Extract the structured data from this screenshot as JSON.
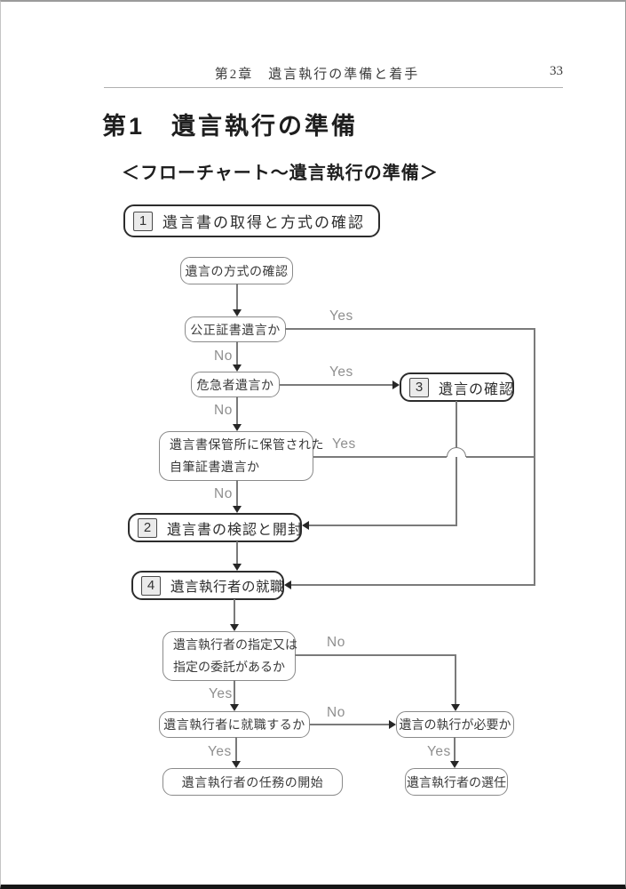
{
  "page": {
    "header_title": "第2章　遺言執行の準備と着手",
    "page_number": "33",
    "section_title": "第1　遺言執行の準備",
    "flowchart_title": "＜フローチャート〜遺言執行の準備＞"
  },
  "labels": {
    "yes": "Yes",
    "no": "No"
  },
  "nodes": {
    "step1": {
      "num": "1",
      "label": "遺言書の取得と方式の確認"
    },
    "check_method": {
      "label": "遺言の方式の確認"
    },
    "q_notarized": {
      "label": "公正証書遺言か"
    },
    "q_emergency": {
      "label": "危急者遺言か"
    },
    "step3": {
      "num": "3",
      "label": "遺言の確認"
    },
    "q_stored": {
      "line1": "遺言書保管所に保管された",
      "line2": "自筆証書遺言か"
    },
    "step2": {
      "num": "2",
      "label": "遺言書の検認と開封"
    },
    "step4": {
      "num": "4",
      "label": "遺言執行者の就職"
    },
    "q_designation": {
      "line1": "遺言執行者の指定又は",
      "line2": "指定の委託があるか"
    },
    "q_take_office": {
      "label": "遺言執行者に就職するか"
    },
    "q_exec_needed": {
      "label": "遺言の執行が必要か"
    },
    "start_duties": {
      "label": "遺言執行者の任務の開始"
    },
    "appoint_executor": {
      "label": "遺言執行者の選任"
    }
  },
  "colors": {
    "line": "#7a7a7a",
    "box_border": "#8a8a8a",
    "bold_box_border": "#2c2c2c",
    "arrow": "#272727",
    "text": "#3a3a3a",
    "edge_label_text": "#8f8f8f",
    "number_square_bg": "#ebebeb",
    "header_text": "#3c3c3c",
    "title_text": "#1e1e1e",
    "rule": "#b0b0b0"
  }
}
